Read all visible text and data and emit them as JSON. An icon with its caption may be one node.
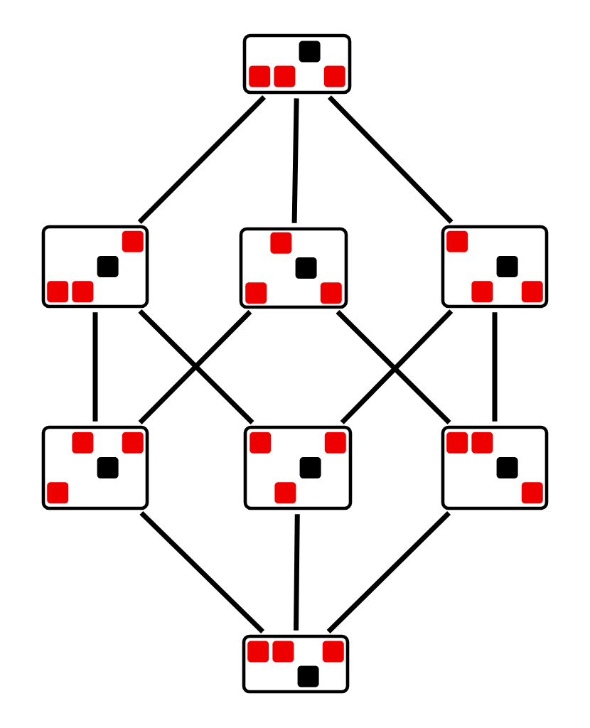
{
  "diagram": {
    "nodes": [
      {
        "text": [],
        "shape": "box"
      },
      {
        "text": [],
        "shape": "box"
      },
      {
        "text": [],
        "shape": "box"
      },
      {
        "text": [],
        "shape": "box"
      },
      {
        "text": [],
        "shape": "box"
      },
      {
        "text": [],
        "shape": "box"
      },
      {
        "text": [],
        "shape": "box"
      },
      {
        "text": [],
        "shape": "box"
      }
    ],
    "edges": [
      {
        "from": 0,
        "to": 1,
        "arrow": "none"
      },
      {
        "from": 0,
        "to": 2,
        "arrow": "none"
      },
      {
        "from": 0,
        "to": 3,
        "arrow": "none"
      },
      {
        "from": 1,
        "to": 4,
        "arrow": "none"
      },
      {
        "from": 1,
        "to": 5,
        "arrow": "none"
      },
      {
        "from": 2,
        "to": 4,
        "arrow": "none"
      },
      {
        "from": 2,
        "to": 6,
        "arrow": "none"
      },
      {
        "from": 3,
        "to": 5,
        "arrow": "none"
      },
      {
        "from": 3,
        "to": 6,
        "arrow": "none"
      },
      {
        "from": 4,
        "to": 7,
        "arrow": "none"
      },
      {
        "from": 5,
        "to": 7,
        "arrow": "none"
      },
      {
        "from": 6,
        "to": 7,
        "arrow": "none"
      }
    ]
  }
}
